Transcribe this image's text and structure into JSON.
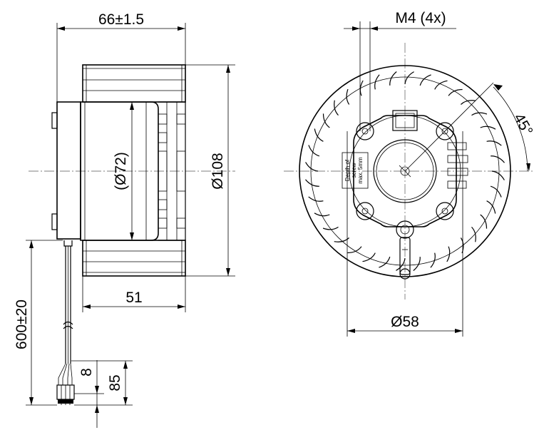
{
  "side_view": {
    "width_total": "66±1.5",
    "inner_diameter": "(Ø72)",
    "outer_diameter": "Ø108",
    "impeller_width": "51",
    "cable_length": "600±20",
    "strip_length": "8",
    "lead_length": "85"
  },
  "front_view": {
    "thread_label": "M4 (4x)",
    "angle_label": "45°",
    "bolt_circle": "Ø58",
    "label_note": [
      "Depth of",
      "screw",
      "max. 5mm"
    ]
  }
}
